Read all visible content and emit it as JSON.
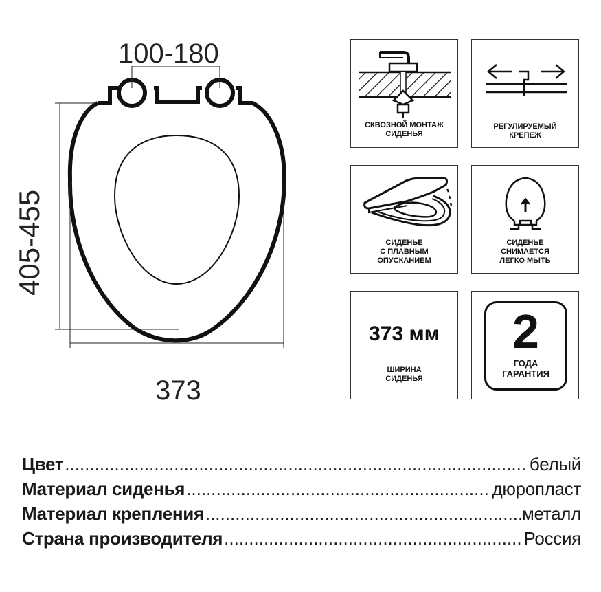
{
  "diagram": {
    "hinge_spacing": "100-180",
    "length": "405-455",
    "width": "373"
  },
  "features": [
    {
      "id": "through-mount",
      "icon": "through-mount-icon",
      "label_lines": [
        "СКВОЗНОЙ МОНТАЖ",
        "СИДЕНЬЯ"
      ]
    },
    {
      "id": "adjustable",
      "icon": "adjustable-fastener-icon",
      "label_lines": [
        "РЕГУЛИРУЕМЫЙ",
        "КРЕПЕЖ"
      ]
    },
    {
      "id": "soft-close",
      "icon": "soft-close-seat-icon",
      "label_lines": [
        "СИДЕНЬЕ",
        "С ПЛАВНЫМ",
        "ОПУСКАНИЕМ"
      ]
    },
    {
      "id": "removable",
      "icon": "removable-seat-icon",
      "label_lines": [
        "СИДЕНЬЕ",
        "СНИМАЕТСЯ",
        "ЛЕГКО МЫТЬ"
      ]
    },
    {
      "id": "seat-width",
      "value": "373 мм",
      "label_lines": [
        "ШИРИНА",
        "СИДЕНЬЯ"
      ]
    },
    {
      "id": "warranty",
      "value": "2",
      "label_lines": [
        "ГОДА",
        "ГАРАНТИЯ"
      ]
    }
  ],
  "specs": [
    {
      "label": "Цвет",
      "value": "белый"
    },
    {
      "label": "Материал сиденья",
      "value": "дюропласт"
    },
    {
      "label": "Материал крепления",
      "value": "металл"
    },
    {
      "label": "Страна производителя",
      "value": "Россия"
    }
  ]
}
